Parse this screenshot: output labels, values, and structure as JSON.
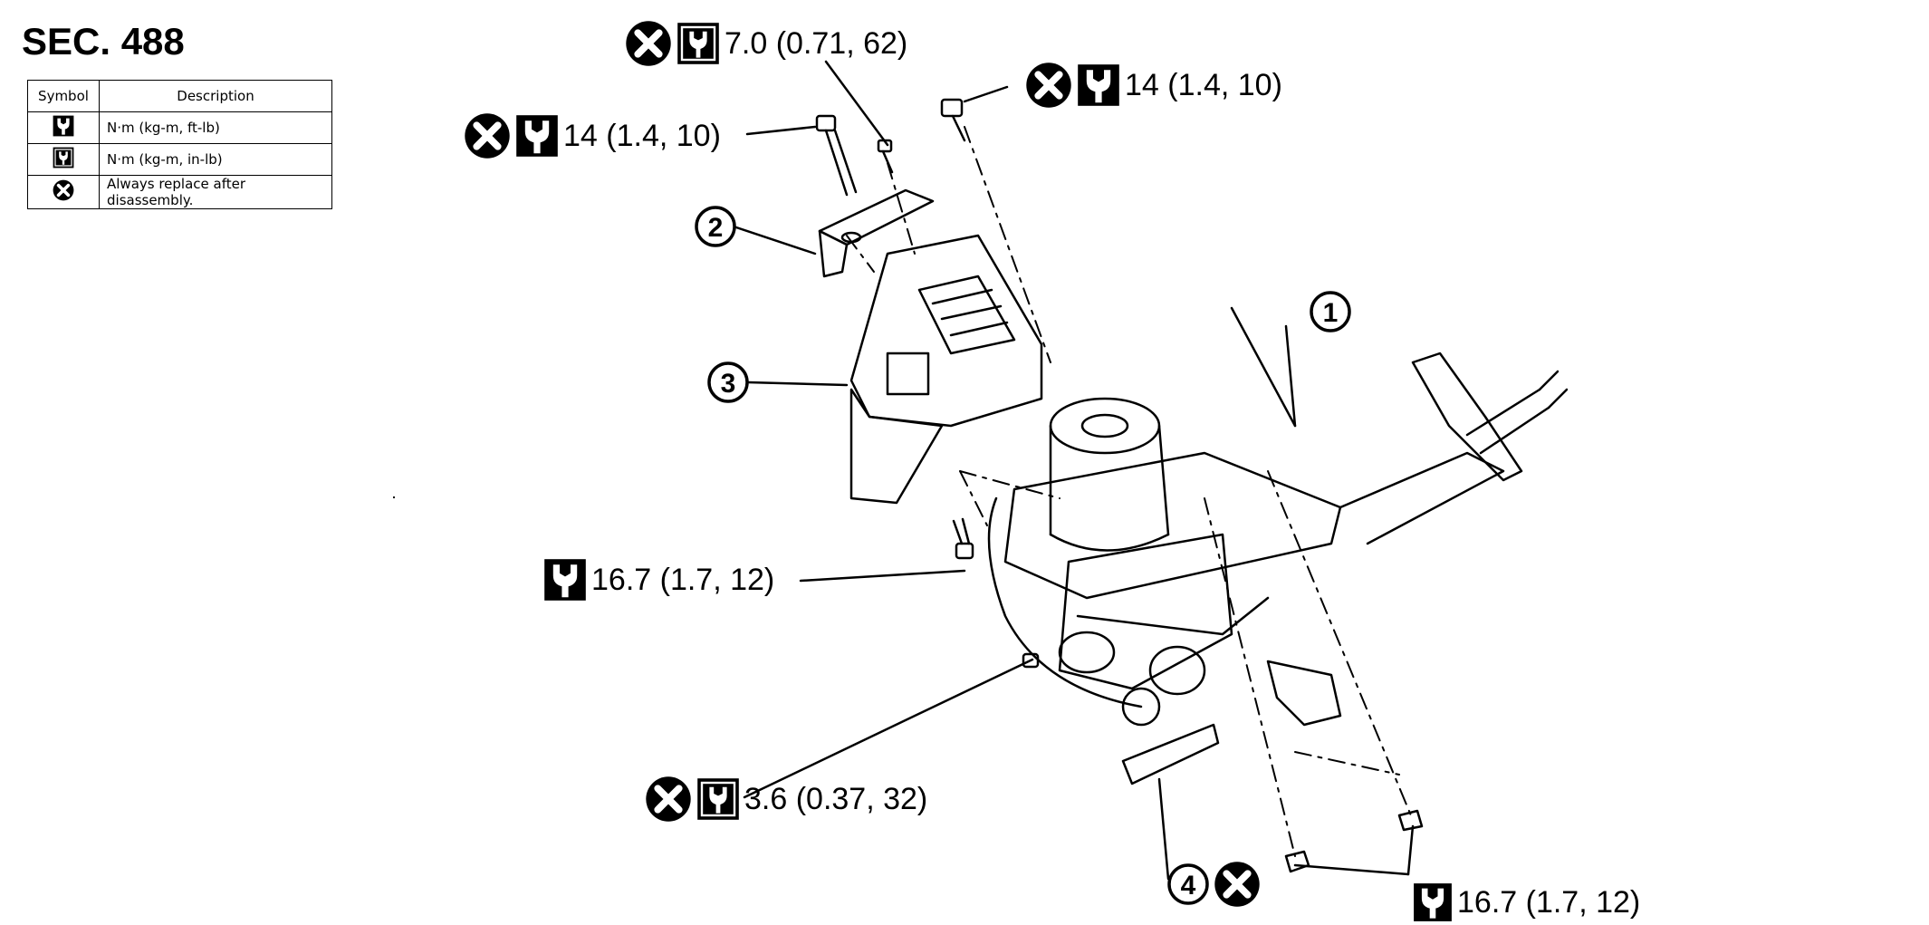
{
  "section": "SEC. 488",
  "legend": {
    "headers": [
      "Symbol",
      "Description"
    ],
    "rows": [
      {
        "icon": "torque-wrench-icon",
        "description": "N·m (kg-m, ft-lb)"
      },
      {
        "icon": "torque-wrench-small-icon",
        "description": "N·m (kg-m, in-lb)"
      },
      {
        "icon": "always-replace-icon",
        "description": "Always replace after disassembly."
      }
    ]
  },
  "callouts": [
    {
      "id": "c1",
      "replace": true,
      "wrench": "small",
      "text": "7.0 (0.71, 62)"
    },
    {
      "id": "c2",
      "replace": true,
      "wrench": "large",
      "text": "14 (1.4, 10)"
    },
    {
      "id": "c3",
      "replace": true,
      "wrench": "large",
      "text": "14 (1.4, 10)"
    },
    {
      "id": "c4",
      "replace": false,
      "wrench": "large",
      "text": "16.7 (1.7, 12)"
    },
    {
      "id": "c5",
      "replace": true,
      "wrench": "small",
      "text": "3.6 (0.37, 32)"
    },
    {
      "id": "c6",
      "replace": false,
      "wrench": "large",
      "text": "16.7 (1.7, 12)"
    }
  ],
  "item_numbers": [
    "1",
    "2",
    "3",
    "4"
  ],
  "colors": {
    "ink": "#000000",
    "paper": "#ffffff"
  }
}
